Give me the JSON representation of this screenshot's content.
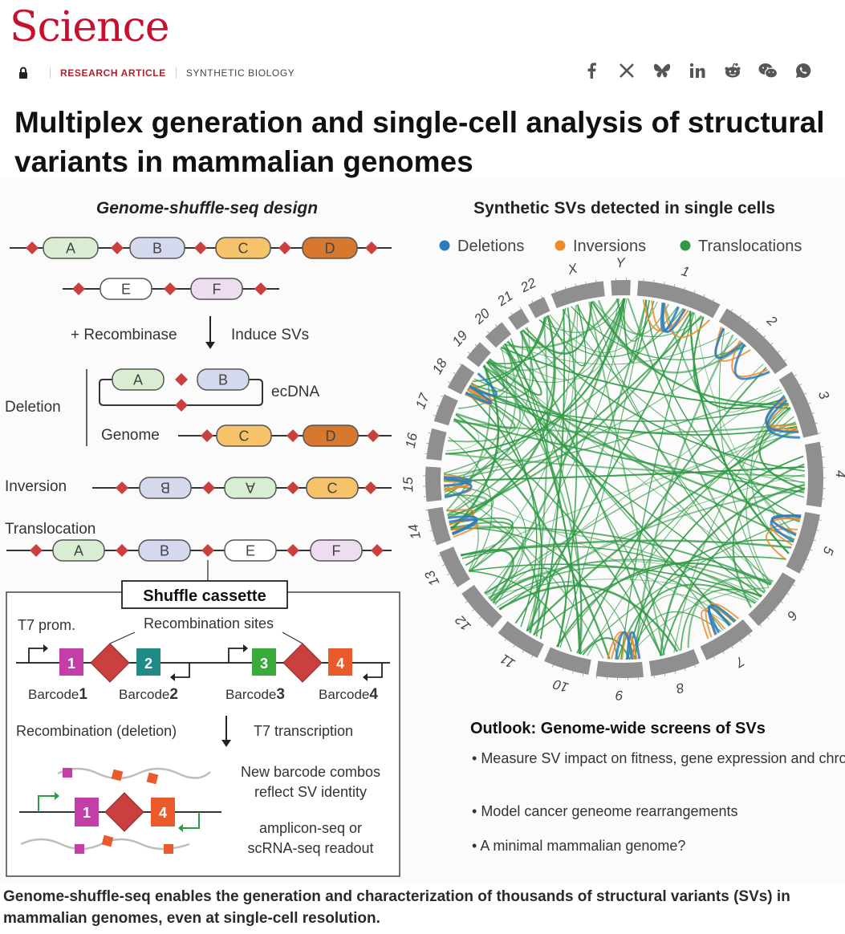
{
  "site": {
    "logo": "Science"
  },
  "breadcrumb": {
    "type": "RESEARCH ARTICLE",
    "section": "SYNTHETIC BIOLOGY"
  },
  "share": [
    "facebook-icon",
    "x-icon",
    "bluesky-icon",
    "linkedin-icon",
    "reddit-icon",
    "wechat-icon",
    "whatsapp-icon"
  ],
  "article": {
    "title": "Multiplex generation and single-cell analysis of structural variants in mammalian genomes"
  },
  "figure": {
    "left_title": "Genome-shuffle-seq design",
    "right_title": "Synthetic SVs detected in single cells",
    "seg_row1": [
      "A",
      "B",
      "C",
      "D"
    ],
    "seg_row2": [
      "E",
      "F"
    ],
    "recombinase": "+ Recombinase",
    "induce": "Induce SVs",
    "deletion_label": "Deletion",
    "ecdna_segs": [
      "A",
      "B"
    ],
    "ecdna_label": "ecDNA",
    "genome_label": "Genome",
    "genome_segs": [
      "C",
      "D"
    ],
    "inversion_label": "Inversion",
    "inversion_segs": [
      "B",
      "A",
      "C"
    ],
    "translocation_label": "Translocation",
    "translocation_segs": [
      "A",
      "B",
      "E",
      "F"
    ],
    "cassette_title": "Shuffle cassette",
    "t7_prom": "T7 prom.",
    "recomb_sites": "Recombination sites",
    "barcode_word": "Barcode",
    "barcodes": [
      "1",
      "2",
      "3",
      "4"
    ],
    "recomb_deletion": "Recombination (deletion)",
    "t7_transcription": "T7 transcription",
    "new_combos": [
      "New barcode combos",
      "reflect SV identity"
    ],
    "readout": [
      "amplicon-seq or",
      "scRNA-seq readout"
    ],
    "result_barcodes": [
      "1",
      "4"
    ],
    "legend": [
      {
        "label": "Deletions",
        "color": "#2b7bbf"
      },
      {
        "label": "Inversions",
        "color": "#ef8a2a"
      },
      {
        "label": "Translocations",
        "color": "#2f9a44"
      }
    ],
    "chromosomes": [
      "1",
      "2",
      "3",
      "4",
      "5",
      "6",
      "7",
      "8",
      "9",
      "10",
      "11",
      "12",
      "13",
      "14",
      "15",
      "16",
      "17",
      "18",
      "19",
      "20",
      "21",
      "22",
      "X",
      "Y"
    ],
    "outlook_title": "Outlook: Genome-wide screens of SVs",
    "outlook": [
      "Measure SV impact on fitness, gene expression and chromatin architecture",
      "Model cancer geneome rearrangements",
      "A minimal mammalian genome?"
    ],
    "colors": {
      "red": "#c9403f",
      "A": "#d9edd3",
      "B": "#d4d9ee",
      "C": "#f7c36a",
      "D": "#d8782f",
      "E": "#ffffff",
      "F": "#eedcf1",
      "bc1": "#c33fa7",
      "bc2": "#1f8a86",
      "bc3": "#3aaa3c",
      "bc4": "#ea5a2a"
    }
  },
  "caption": "Genome-shuffle-seq enables the generation and characterization of thousands of structural variants (SVs) in mammalian genomes, even at single-cell resolution."
}
